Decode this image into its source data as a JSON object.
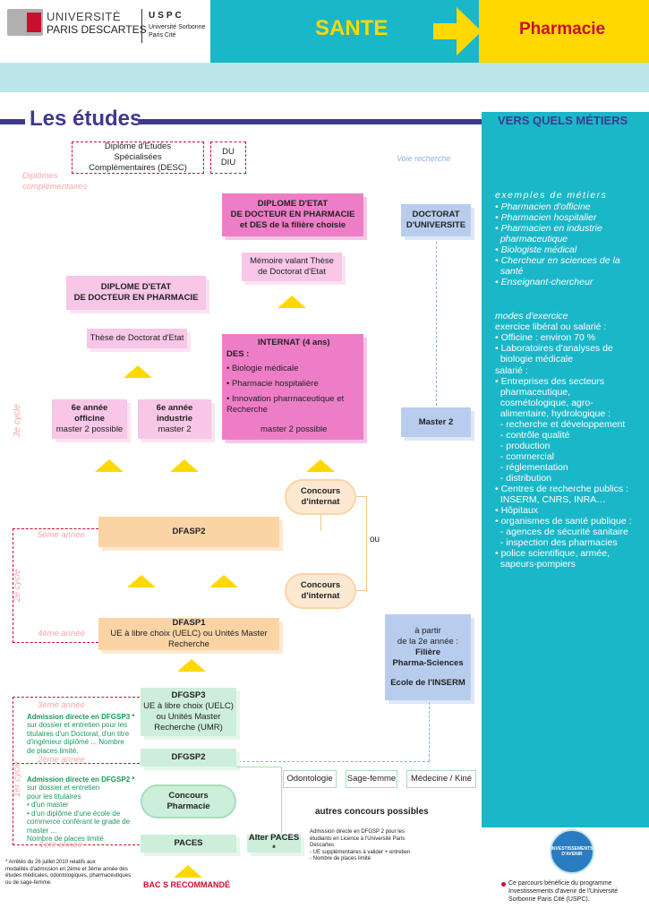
{
  "header": {
    "univ_line1": "UNIVERSITÉ",
    "univ_line2": "PARIS DESCARTES",
    "uspc_logo": "USPC",
    "uspc_line1": "Université Sorbonne",
    "uspc_line2": "Paris Cité",
    "sante": "SANTE",
    "pharmacie": "Pharmacie"
  },
  "main": {
    "title": "Les études",
    "desc": "Diplôme d'Etudes Spécialisées Complémentaires (DESC)",
    "du_diu": [
      "DU",
      "DIU"
    ],
    "diplomes_comp": [
      "Diplômes",
      "complémentaires"
    ],
    "voie_recherche": "Voie recherche",
    "dipl_etat_des": [
      "DIPLOME D'ETAT",
      "DE DOCTEUR EN PHARMACIE",
      "et DES de la filière choisie"
    ],
    "doctorat": [
      "DOCTORAT",
      "D'UNIVERSITE"
    ],
    "memoire": [
      "Mémoire valant Thèse",
      "de Doctorat d'Etat"
    ],
    "dipl_etat": [
      "DIPLOME D'ETAT",
      "DE DOCTEUR EN PHARMACIE"
    ],
    "these": "Thèse de Doctorat d'Etat",
    "internat_title": "INTERNAT (4 ans)",
    "des_label": "DES :",
    "des_items": [
      "Biologie médicale",
      "Pharmacie hospitalière",
      "Innovation pharmaceutique et Recherche"
    ],
    "internat_master": "master 2 possible",
    "sixieme_off": [
      "6e année",
      "officine",
      "master 2 possible"
    ],
    "sixieme_ind": [
      "6e année",
      "industrie",
      "master 2"
    ],
    "master2": "Master 2",
    "cycle3": "3e cycle",
    "concours_internat": [
      "Concours",
      "d'internat"
    ],
    "dfasp2": "DFASP2",
    "annee5": "5ème année",
    "ou": "ou",
    "cycle2": "2e cycle",
    "annee4": "4ème année",
    "dfasp1": "DFASP1",
    "dfasp1_sub": "UE à libre choix (UELC) ou Unités Master Recherche",
    "filiere": [
      "à partir",
      "de la 2e année :",
      "Filière",
      "Pharma-Sciences",
      "Ecole de l'INSERM"
    ],
    "annee3": "3ème année",
    "dfgsp3": [
      "DFGSP3",
      "UE à libre choix (UELC)",
      "ou Unités Master",
      "Recherche (UMR)"
    ],
    "adm3_title": "Admission directe en DFGSP3 *",
    "adm3_text": [
      "sur dossier et entretien pour les",
      "titulaires d'un Doctorat, d'un titre",
      "d'ingénieur diplômé ... Nombre",
      "de places limité."
    ],
    "annee2": "2ème année",
    "dfgsp2": "DFGSP2",
    "adm2_title": "Admission directe en DFGSP2 *",
    "adm2_text": [
      "sur dossier et entretien",
      "pour les titulaires",
      "• d'un master",
      "• d'un diplôme d'une école de",
      "commerce conférant le grade de",
      "master ...",
      "Nombre de places limité"
    ],
    "cycle1": "1er cycle",
    "concours_pharma": [
      "Concours",
      "Pharmacie"
    ],
    "odonto": "Odontologie",
    "sagefemme": "Sage-femme",
    "medecine": "Médecine / Kiné",
    "autres": "autres concours possibles",
    "annee1": "1ère année",
    "paces": "PACES",
    "alter": "Alter PACES *",
    "alter_text": [
      "Admission directe en DFGSP 2 pour les",
      "étudiants en Licence à l'Université Paris",
      "Descartes",
      "- UE supplémentaires à valider + entretien",
      "- Nombre de places limité"
    ],
    "footnote": [
      "* Arrêtés du 26 juillet 2010 relatifs aux",
      "modalités d'admission en 2ème et 3ème année des",
      "études médicales, odontologiques, pharmaceutiques",
      "ou de sage-femme."
    ],
    "bac": "BAC S RECOMMANDÉ"
  },
  "sidebar": {
    "title": "VERS QUELS MÉTIERS",
    "ex_title": "exemples de métiers",
    "ex_items": [
      "• Pharmacien d'officine",
      "• Pharmacien hospitalier",
      "• Pharmacien en industrie",
      "  pharmaceutique",
      "• Biologiste médical",
      "• Chercheur en sciences de la",
      "  santé",
      "• Enseignant-chercheur"
    ],
    "modes_title": "modes d'exercice",
    "modes_sub": "exercice libéral ou salarié :",
    "lib_items": [
      "• Officine : environ 70 %",
      "• Laboratoires d'analyses de",
      "  biologie médicale"
    ],
    "salarie": "salarié :",
    "sal_items": [
      "• Entreprises des secteurs",
      "  pharmaceutique,",
      "  cosmétologique, agro-",
      "  alimentaire, hydrologique :",
      "  - recherche et développement",
      "  - contrôle qualité",
      "  - production",
      "  - commercial",
      "  - réglementation",
      "  - distribution",
      "• Centres de recherche publics :",
      "  INSERM, CNRS, INRA…",
      "• Hôpitaux",
      "• organismes de santé publique :",
      "  - agences de sécurité sanitaire",
      "  - inspection des pharmacies",
      "• police scientifique, armée,",
      "  sapeurs-pompiers"
    ]
  },
  "investissements": [
    "INVESTISSEMENTS",
    "D'AVENIR"
  ],
  "credit": [
    "Ce parcours bénéficie du programme",
    "Investissements d'avenir de l'Université",
    "Sorbonne Paris Cité (USPC)."
  ],
  "colors": {
    "cyan": "#1ab7c9",
    "yellow": "#ffd800",
    "title_blue": "#3d3a8e",
    "pink": "#ee7dc8",
    "red": "#c8102e"
  }
}
